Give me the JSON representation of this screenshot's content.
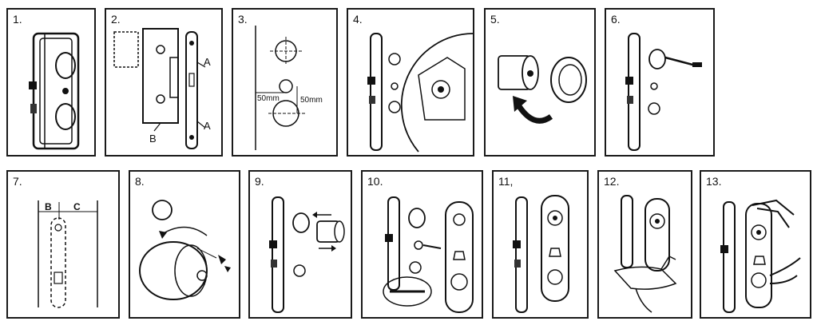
{
  "panels": [
    {
      "step": "1."
    },
    {
      "step": "2."
    },
    {
      "step": "3."
    },
    {
      "step": "4."
    },
    {
      "step": "5."
    },
    {
      "step": "6."
    },
    {
      "step": "7."
    },
    {
      "step": "8."
    },
    {
      "step": "9."
    },
    {
      "step": "10."
    },
    {
      "step": "11,"
    },
    {
      "step": "12."
    },
    {
      "step": "13."
    }
  ],
  "labels": {
    "a_top": "A",
    "a_bottom": "A",
    "b": "B",
    "dim_left": "50mm",
    "dim_right": "50mm",
    "col_b": "B",
    "col_c": "C"
  }
}
